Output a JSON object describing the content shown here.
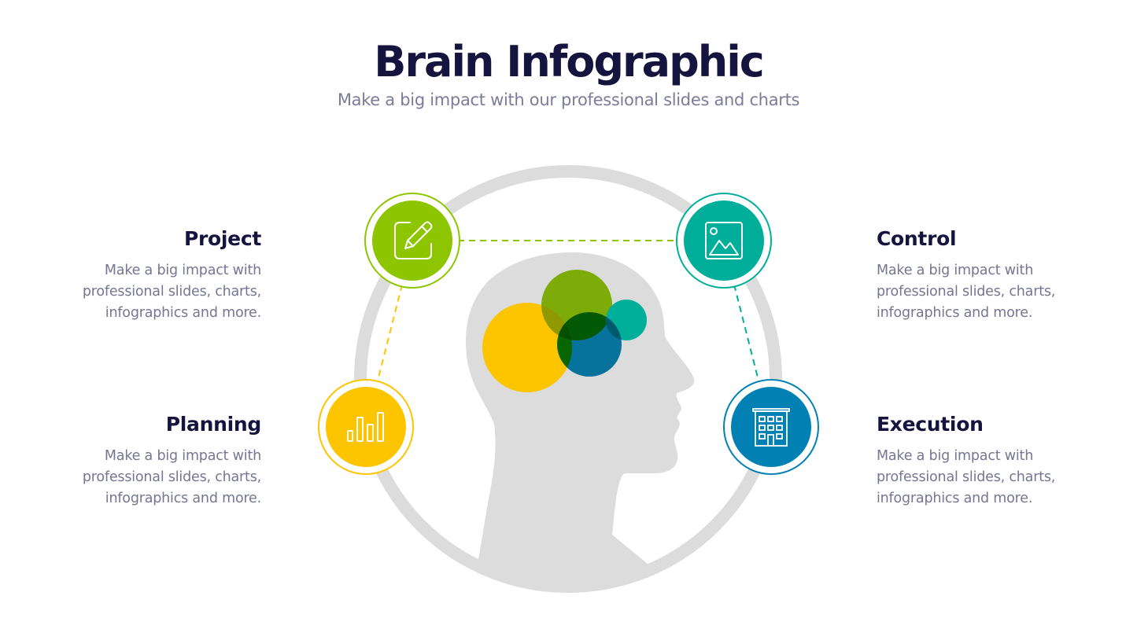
{
  "header": {
    "title": "Brain Infographic",
    "subtitle": "Make a big impact with our professional slides and charts"
  },
  "colors": {
    "green": "#8DC600",
    "teal": "#00AE9A",
    "yellow": "#FDC400",
    "blue": "#0080B3",
    "gray": "#DCDCDC",
    "title": "#14143F",
    "body_text": "#747693"
  },
  "items": [
    {
      "title": "Project",
      "description_lines": [
        "Make a big impact with",
        "professional slides, charts,",
        "infographics and more."
      ],
      "icon": "edit-pencil-icon",
      "color": "#8DC600",
      "side": "left"
    },
    {
      "title": "Control",
      "description_lines": [
        "Make a big impact with",
        "professional slides, charts,",
        "infographics and more."
      ],
      "icon": "image-icon",
      "color": "#00AE9A",
      "side": "right"
    },
    {
      "title": "Planning",
      "description_lines": [
        "Make a big impact with",
        "professional slides, charts,",
        "infographics and more."
      ],
      "icon": "bar-chart-icon",
      "color": "#FDC400",
      "side": "left"
    },
    {
      "title": "Execution",
      "description_lines": [
        "Make a big impact with",
        "professional slides, charts,",
        "infographics and more."
      ],
      "icon": "building-icon",
      "color": "#0080B3",
      "side": "right"
    }
  ]
}
